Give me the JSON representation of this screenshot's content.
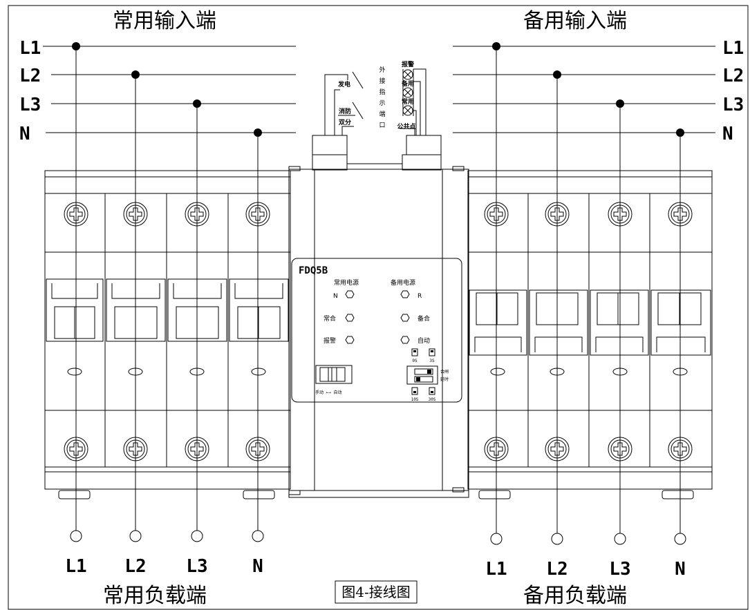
{
  "headings": {
    "normal_input": "常用输入端",
    "backup_input": "备用输入端",
    "normal_load": "常用负载端",
    "backup_load": "备用负载端"
  },
  "input_lines": {
    "left": [
      "L1",
      "L2",
      "L3",
      "N"
    ],
    "right": [
      "L1",
      "L2",
      "L3",
      "N"
    ]
  },
  "output_lines": {
    "left": [
      "L1",
      "L2",
      "L3",
      "N"
    ],
    "right": [
      "L1",
      "L2",
      "L3",
      "N"
    ]
  },
  "ext_port": {
    "title_chars": [
      "外",
      "接",
      "指",
      "示",
      "端",
      "口"
    ],
    "generator": "发电",
    "fire": "消防",
    "double_off": "双分",
    "lamps": [
      "报警",
      "备用",
      "常用"
    ],
    "common": "公共点"
  },
  "controller": {
    "model": "FDQ5B",
    "normal_power": "常用电源",
    "backup_power": "备用电源",
    "ind_n": "N",
    "ind_r": "R",
    "normal_close": "常合",
    "backup_close": "备合",
    "alarm": "报警",
    "auto": "自动",
    "manual_auto": "手动 ←→ 自动",
    "delay_close": "合闸",
    "delay_time": "延时",
    "delays": [
      "0S",
      "3S",
      "10S",
      "30S"
    ]
  },
  "caption": "图4-接线图",
  "colors": {
    "line": "#000000",
    "background": "#ffffff"
  }
}
